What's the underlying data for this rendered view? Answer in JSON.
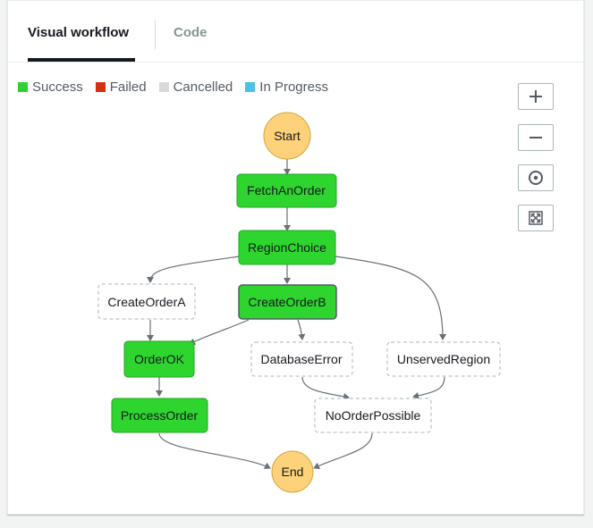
{
  "tabs": {
    "visual_workflow": "Visual workflow",
    "code": "Code"
  },
  "legend": [
    {
      "label": "Success",
      "color": "#2fd02f"
    },
    {
      "label": "Failed",
      "color": "#d13212"
    },
    {
      "label": "Cancelled",
      "color": "#d9d9d9"
    },
    {
      "label": "In Progress",
      "color": "#4ac1e6"
    }
  ],
  "controls": {
    "zoom_in_icon": "plus-icon",
    "zoom_out_icon": "minus-icon",
    "center_icon": "target-icon",
    "fit_icon": "expand-icon"
  },
  "workflow": {
    "start": "Start",
    "end": "End",
    "fetch_an_order": "FetchAnOrder",
    "region_choice": "RegionChoice",
    "create_order_a": "CreateOrderA",
    "create_order_b": "CreateOrderB",
    "order_ok": "OrderOK",
    "database_error": "DatabaseError",
    "unserved_region": "UnservedRegion",
    "process_order": "ProcessOrder",
    "no_order_possible": "NoOrderPossible"
  },
  "colors": {
    "success_fill": "#2ed52e",
    "success_border": "#26a326",
    "terminal_fill": "#fdd27a",
    "terminal_border": "#d3a440",
    "edge": "#687078",
    "not_run_border": "#aab7b8"
  }
}
